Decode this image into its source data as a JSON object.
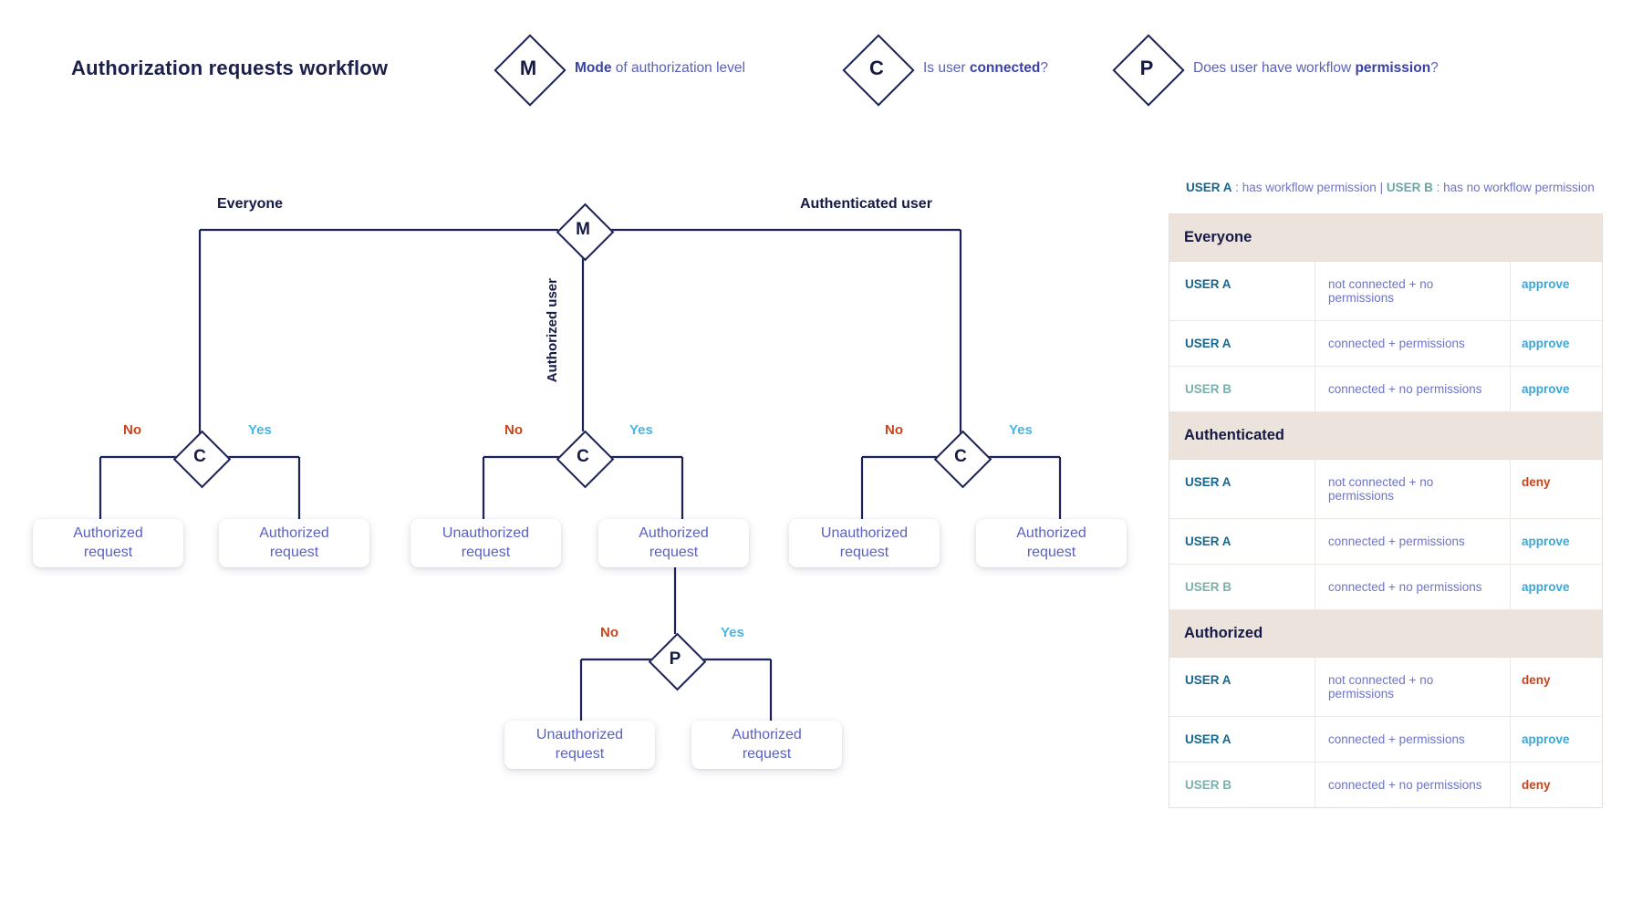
{
  "header": {
    "title": "Authorization requests workflow",
    "legend": [
      {
        "symbol": "M",
        "text_pre": "",
        "text_bold": "Mode",
        "text_post": " of authorization level",
        "icon": "diamond-decision-icon"
      },
      {
        "symbol": "C",
        "text_pre": "Is user ",
        "text_bold": "connected",
        "text_post": "?",
        "icon": "diamond-decision-icon"
      },
      {
        "symbol": "P",
        "text_pre": "Does user have workflow ",
        "text_bold": "permission",
        "text_post": "?",
        "icon": "diamond-decision-icon"
      }
    ]
  },
  "flow": {
    "root": {
      "symbol": "M"
    },
    "branch_labels": {
      "left": "Everyone",
      "middle": "Authorized user",
      "right": "Authenticated user"
    },
    "decisions": {
      "c_left": "C",
      "c_middle": "C",
      "c_right": "C",
      "p_node": "P"
    },
    "edge_labels": {
      "no": "No",
      "yes": "Yes"
    },
    "outcomes": {
      "left_no": "Authorized\nrequest",
      "left_yes": "Authorized\nrequest",
      "mid_no": "Unauthorized\nrequest",
      "mid_yes": "Authorized\nrequest",
      "right_no": "Unauthorized\nrequest",
      "right_yes": "Authorized\nrequest",
      "p_no": "Unauthorized\nrequest",
      "p_yes": "Authorized\nrequest"
    }
  },
  "table": {
    "legend": {
      "user_a_label": "USER A",
      "user_a_desc": " : has workflow permission ",
      "divider": "| ",
      "user_b_label": "USER B",
      "user_b_desc": " : has no workflow permission"
    },
    "sections": [
      {
        "title": "Everyone",
        "rows": [
          {
            "user": "USER A",
            "user_type": "a",
            "condition": "not connected + no permissions",
            "result": "approve",
            "result_type": "approve"
          },
          {
            "user": "USER A",
            "user_type": "a",
            "condition": "connected + permissions",
            "result": "approve",
            "result_type": "approve"
          },
          {
            "user": "USER B",
            "user_type": "b",
            "condition": "connected + no permissions",
            "result": "approve",
            "result_type": "approve"
          }
        ]
      },
      {
        "title": "Authenticated",
        "rows": [
          {
            "user": "USER A",
            "user_type": "a",
            "condition": "not connected + no permissions",
            "result": "deny",
            "result_type": "deny"
          },
          {
            "user": "USER A",
            "user_type": "a",
            "condition": "connected + permissions",
            "result": "approve",
            "result_type": "approve"
          },
          {
            "user": "USER B",
            "user_type": "b",
            "condition": "connected + no permissions",
            "result": "approve",
            "result_type": "approve"
          }
        ]
      },
      {
        "title": "Authorized",
        "rows": [
          {
            "user": "USER A",
            "user_type": "a",
            "condition": "not connected + no permissions",
            "result": "deny",
            "result_type": "deny"
          },
          {
            "user": "USER A",
            "user_type": "a",
            "condition": "connected + permissions",
            "result": "approve",
            "result_type": "approve"
          },
          {
            "user": "USER B",
            "user_type": "b",
            "condition": "connected + no permissions",
            "result": "deny",
            "result_type": "deny"
          }
        ]
      }
    ]
  },
  "colors": {
    "ink": "#151a45",
    "no": "#c8441b",
    "yes": "#4bb4e0",
    "box_text": "#5a61c4",
    "user_a": "#15678f",
    "user_b": "#7cb0ad",
    "section_bg": "#ece3dd"
  }
}
